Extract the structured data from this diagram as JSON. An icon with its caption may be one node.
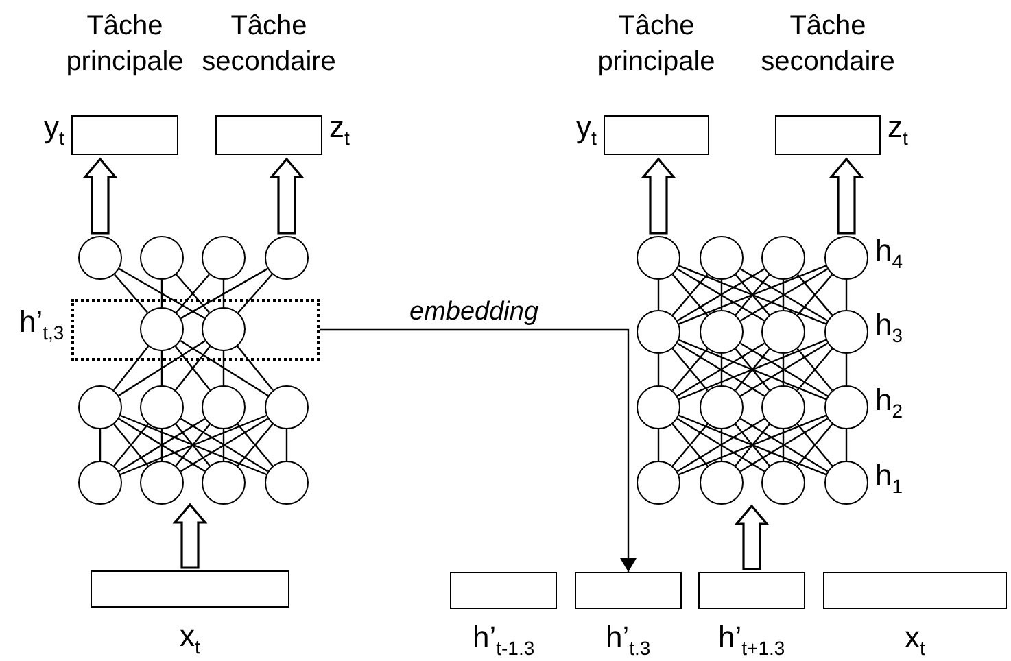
{
  "diagram": {
    "nodes": [
      {
        "text": [
          "Tâche principale"
        ],
        "beside": [
          "y$_{t}$"
        ]
      },
      {
        "text": [
          "Tâche secondaire"
        ],
        "beside": [
          "z$_{t}$"
        ]
      },
      {
        "text": [
          "Tâche principale"
        ],
        "beside": [
          "y$_{t}$"
        ]
      },
      {
        "text": [
          "Tâche secondaire"
        ],
        "beside": [
          "z$_{t}$"
        ]
      },
      {
        "text": [],
        "shape": "circle"
      },
      {
        "text": [],
        "shape": "circle"
      },
      {
        "text": [],
        "shape": "circle"
      },
      {
        "text": [],
        "shape": "circle"
      },
      {
        "text": [],
        "shape": "box",
        "beside": [
          "h’$_{t,3}$"
        ]
      },
      {
        "text": [],
        "shape": "circle",
        "in": 8
      },
      {
        "text": [],
        "shape": "circle",
        "in": 8
      },
      {
        "text": [],
        "shape": "circle"
      },
      {
        "text": [],
        "shape": "circle"
      },
      {
        "text": [],
        "shape": "circle"
      },
      {
        "text": [],
        "shape": "circle"
      },
      {
        "text": [],
        "shape": "circle"
      },
      {
        "text": [],
        "shape": "circle"
      },
      {
        "text": [],
        "shape": "circle"
      },
      {
        "text": [],
        "shape": "circle"
      },
      {
        "text": [],
        "shape": "circle"
      },
      {
        "text": [],
        "shape": "circle"
      },
      {
        "text": [],
        "shape": "circle"
      },
      {
        "text": [],
        "shape": "circle",
        "beside": [
          "h$_{4}$"
        ]
      },
      {
        "text": [],
        "shape": "circle"
      },
      {
        "text": [],
        "shape": "circle"
      },
      {
        "text": [],
        "shape": "circle"
      },
      {
        "text": [],
        "shape": "circle",
        "beside": [
          "h$_{3}$"
        ]
      },
      {
        "text": [],
        "shape": "circle"
      },
      {
        "text": [],
        "shape": "circle"
      },
      {
        "text": [],
        "shape": "circle"
      },
      {
        "text": [],
        "shape": "circle",
        "beside": [
          "h$_{2}$"
        ]
      },
      {
        "text": [],
        "shape": "circle"
      },
      {
        "text": [],
        "shape": "circle"
      },
      {
        "text": [],
        "shape": "circle"
      },
      {
        "text": [],
        "shape": "circle",
        "beside": [
          "h$_{1}$"
        ]
      },
      {
        "text": [],
        "shape": "box",
        "beside": [
          "x$_{t}$"
        ]
      },
      {
        "text": [],
        "shape": "box",
        "beside": [
          "h’$_{t-1.3}$"
        ]
      },
      {
        "text": [],
        "shape": "box",
        "beside": [
          "h’$_{t.3}$"
        ]
      },
      {
        "text": [],
        "shape": "box",
        "beside": [
          "h’$_{t+1.3}$"
        ]
      },
      {
        "text": [],
        "shape": "box",
        "beside": [
          "x$_{t}$"
        ]
      }
    ],
    "edges": [
      {
        "from": 4,
        "to": 9,
        "arrow": "none"
      },
      {
        "from": 4,
        "to": 10,
        "arrow": "none"
      },
      {
        "from": 5,
        "to": 9,
        "arrow": "none"
      },
      {
        "from": 5,
        "to": 10,
        "arrow": "none"
      },
      {
        "from": 6,
        "to": 9,
        "arrow": "none"
      },
      {
        "from": 6,
        "to": 10,
        "arrow": "none"
      },
      {
        "from": 7,
        "to": 9,
        "arrow": "none"
      },
      {
        "from": 7,
        "to": 10,
        "arrow": "none"
      },
      {
        "from": 9,
        "to": 11,
        "arrow": "none"
      },
      {
        "from": 9,
        "to": 12,
        "arrow": "none"
      },
      {
        "from": 9,
        "to": 13,
        "arrow": "none"
      },
      {
        "from": 9,
        "to": 14,
        "arrow": "none"
      },
      {
        "from": 10,
        "to": 11,
        "arrow": "none"
      },
      {
        "from": 10,
        "to": 12,
        "arrow": "none"
      },
      {
        "from": 10,
        "to": 13,
        "arrow": "none"
      },
      {
        "from": 10,
        "to": 14,
        "arrow": "none"
      },
      {
        "from": 11,
        "to": 15,
        "arrow": "none"
      },
      {
        "from": 11,
        "to": 16,
        "arrow": "none"
      },
      {
        "from": 11,
        "to": 17,
        "arrow": "none"
      },
      {
        "from": 11,
        "to": 18,
        "arrow": "none"
      },
      {
        "from": 12,
        "to": 15,
        "arrow": "none"
      },
      {
        "from": 12,
        "to": 16,
        "arrow": "none"
      },
      {
        "from": 12,
        "to": 17,
        "arrow": "none"
      },
      {
        "from": 12,
        "to": 18,
        "arrow": "none"
      },
      {
        "from": 13,
        "to": 15,
        "arrow": "none"
      },
      {
        "from": 13,
        "to": 16,
        "arrow": "none"
      },
      {
        "from": 13,
        "to": 17,
        "arrow": "none"
      },
      {
        "from": 13,
        "to": 18,
        "arrow": "none"
      },
      {
        "from": 14,
        "to": 15,
        "arrow": "none"
      },
      {
        "from": 14,
        "to": 16,
        "arrow": "none"
      },
      {
        "from": 14,
        "to": 17,
        "arrow": "none"
      },
      {
        "from": 14,
        "to": 18,
        "arrow": "none"
      },
      {
        "from": 19,
        "to": 23,
        "arrow": "none"
      },
      {
        "from": 19,
        "to": 24,
        "arrow": "none"
      },
      {
        "from": 19,
        "to": 25,
        "arrow": "none"
      },
      {
        "from": 19,
        "to": 26,
        "arrow": "none"
      },
      {
        "from": 20,
        "to": 23,
        "arrow": "none"
      },
      {
        "from": 20,
        "to": 24,
        "arrow": "none"
      },
      {
        "from": 20,
        "to": 25,
        "arrow": "none"
      },
      {
        "from": 20,
        "to": 26,
        "arrow": "none"
      },
      {
        "from": 21,
        "to": 23,
        "arrow": "none"
      },
      {
        "from": 21,
        "to": 24,
        "arrow": "none"
      },
      {
        "from": 21,
        "to": 25,
        "arrow": "none"
      },
      {
        "from": 21,
        "to": 26,
        "arrow": "none"
      },
      {
        "from": 22,
        "to": 23,
        "arrow": "none"
      },
      {
        "from": 22,
        "to": 24,
        "arrow": "none"
      },
      {
        "from": 22,
        "to": 25,
        "arrow": "none"
      },
      {
        "from": 22,
        "to": 26,
        "arrow": "none"
      },
      {
        "from": 23,
        "to": 27,
        "arrow": "none"
      },
      {
        "from": 23,
        "to": 28,
        "arrow": "none"
      },
      {
        "from": 23,
        "to": 29,
        "arrow": "none"
      },
      {
        "from": 23,
        "to": 30,
        "arrow": "none"
      },
      {
        "from": 24,
        "to": 27,
        "arrow": "none"
      },
      {
        "from": 24,
        "to": 28,
        "arrow": "none"
      },
      {
        "from": 24,
        "to": 29,
        "arrow": "none"
      },
      {
        "from": 24,
        "to": 30,
        "arrow": "none"
      },
      {
        "from": 25,
        "to": 27,
        "arrow": "none"
      },
      {
        "from": 25,
        "to": 28,
        "arrow": "none"
      },
      {
        "from": 25,
        "to": 29,
        "arrow": "none"
      },
      {
        "from": 25,
        "to": 30,
        "arrow": "none"
      },
      {
        "from": 26,
        "to": 27,
        "arrow": "none"
      },
      {
        "from": 26,
        "to": 28,
        "arrow": "none"
      },
      {
        "from": 26,
        "to": 29,
        "arrow": "none"
      },
      {
        "from": 26,
        "to": 30,
        "arrow": "none"
      },
      {
        "from": 27,
        "to": 31,
        "arrow": "none"
      },
      {
        "from": 27,
        "to": 32,
        "arrow": "none"
      },
      {
        "from": 27,
        "to": 33,
        "arrow": "none"
      },
      {
        "from": 27,
        "to": 34,
        "arrow": "none"
      },
      {
        "from": 28,
        "to": 31,
        "arrow": "none"
      },
      {
        "from": 28,
        "to": 32,
        "arrow": "none"
      },
      {
        "from": 28,
        "to": 33,
        "arrow": "none"
      },
      {
        "from": 28,
        "to": 34,
        "arrow": "none"
      },
      {
        "from": 29,
        "to": 31,
        "arrow": "none"
      },
      {
        "from": 29,
        "to": 32,
        "arrow": "none"
      },
      {
        "from": 29,
        "to": 33,
        "arrow": "none"
      },
      {
        "from": 29,
        "to": 34,
        "arrow": "none"
      },
      {
        "from": 30,
        "to": 31,
        "arrow": "none"
      },
      {
        "from": 30,
        "to": 32,
        "arrow": "none"
      },
      {
        "from": 30,
        "to": 33,
        "arrow": "none"
      },
      {
        "from": 30,
        "to": 34,
        "arrow": "none"
      },
      {
        "from": 4,
        "to": 0,
        "arrow": "to",
        "style": "thick"
      },
      {
        "from": 7,
        "to": 1,
        "arrow": "to",
        "style": "thick"
      },
      {
        "from": 35,
        "to": null,
        "arrow": "to",
        "style": "thick"
      },
      {
        "from": 19,
        "to": 2,
        "arrow": "to",
        "style": "thick"
      },
      {
        "from": 22,
        "to": 3,
        "arrow": "to",
        "style": "thick"
      },
      {
        "from": 38,
        "to": null,
        "arrow": "to",
        "style": "thick"
      },
      {
        "from": 8,
        "to": 37,
        "arrow": "to",
        "label": "embedding"
      }
    ]
  }
}
